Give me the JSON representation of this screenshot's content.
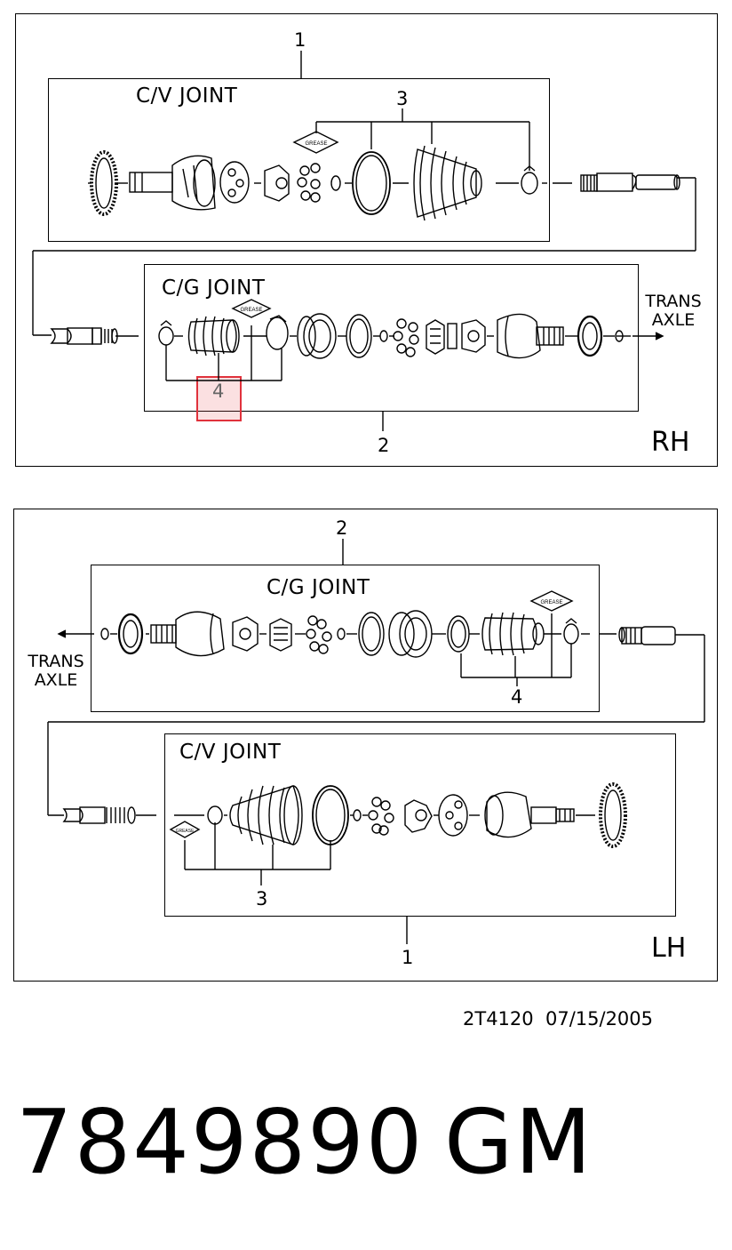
{
  "rh": {
    "cv_title": "C/V JOINT",
    "cg_title": "C/G JOINT",
    "callout_1": "1",
    "callout_2": "2",
    "callout_3": "3",
    "callout_4": "4",
    "trans_line1": "TRANS",
    "trans_line2": "AXLE",
    "side": "RH"
  },
  "lh": {
    "cg_title": "C/G JOINT",
    "cv_title": "C/V JOINT",
    "callout_1": "1",
    "callout_2": "2",
    "callout_3": "3",
    "callout_4": "4",
    "trans_line1": "TRANS",
    "trans_line2": "AXLE",
    "side": "LH"
  },
  "footer": {
    "drawing_code": "2T4120  07/15/2005",
    "part_number": "7849890",
    "brand": "GM"
  },
  "colors": {
    "highlight": "#e0323c"
  }
}
